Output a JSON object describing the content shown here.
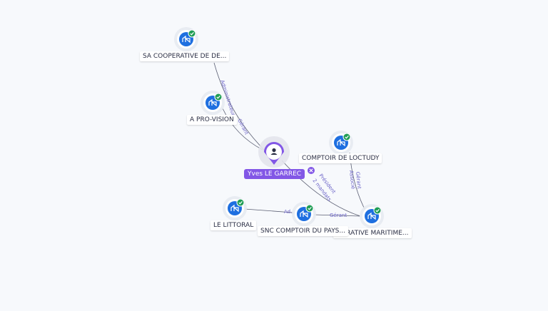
{
  "colors": {
    "company_blue": "#1e6fe0",
    "check_green": "#1f9d55",
    "person_purple": "#8257e6",
    "edge_gray": "#5b5f73",
    "edge_label": "#6b63c7",
    "x_badge": "#8257e6"
  },
  "person": {
    "name": "Yves LE GARREC",
    "icon": "person-icon"
  },
  "companies": [
    {
      "id": "sa-coop",
      "label": "SA COOPERATIVE DE DE...",
      "icon": "building-icon",
      "verified": true
    },
    {
      "id": "a-pro-vision",
      "label": "A PRO-VISION",
      "icon": "building-icon",
      "verified": true
    },
    {
      "id": "comptoir-loctudy",
      "label": "COMPTOIR DE LOCTUDY",
      "icon": "building-icon",
      "verified": true
    },
    {
      "id": "le-littoral",
      "label": "LE LITTORAL",
      "icon": "building-icon",
      "verified": true
    },
    {
      "id": "snc-comptoir",
      "label": "SNC COMPTOIR DU PAYS...",
      "icon": "building-icon",
      "verified": true
    },
    {
      "id": "coop-maritime",
      "label": "...ERATIVE MARITIME...",
      "icon": "building-icon",
      "verified": true
    }
  ],
  "edge_labels": {
    "person_sa": "Administrateur",
    "person_apro": "Gérant",
    "person_maritime_1": "Président",
    "person_maritime_2": "2 mandats",
    "loctudy_maritime_1": "Gérant",
    "loctudy_maritime_2": "Associé",
    "snc_maritime": "Gérant",
    "littoral_snc": "Ad..."
  }
}
